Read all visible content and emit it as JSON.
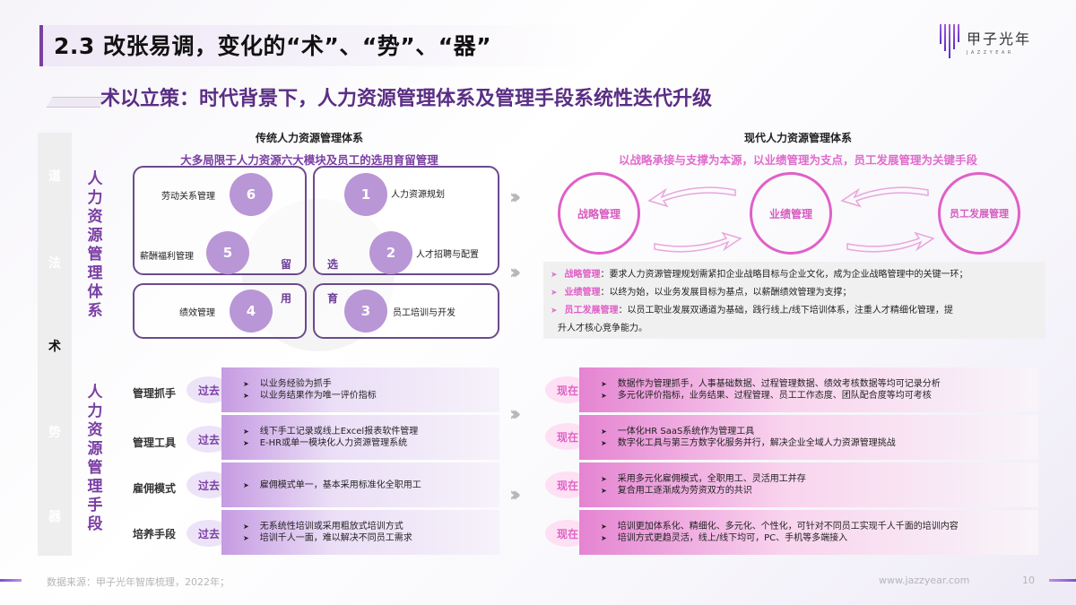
{
  "header": {
    "title": "2.3 改张易调，变化的“术”、“势”、“器”",
    "subtitle": "术以立策：时代背景下，人力资源管理体系及管理手段系统性迭代升级",
    "logo": {
      "cn": "甲子光年",
      "en": "JAZZYEAR"
    }
  },
  "rail": {
    "items": [
      {
        "label": "道",
        "active": false
      },
      {
        "label": "法",
        "active": false
      },
      {
        "label": "术",
        "active": true
      },
      {
        "label": "势",
        "active": false
      },
      {
        "label": "器",
        "active": false
      }
    ]
  },
  "vertical_labels": {
    "system": "人力资源管理体系",
    "means": "人力资源管理手段"
  },
  "traditional": {
    "heading": "传统人力资源管理体系",
    "sub": "大多局限于人力资源六大模块及员工的选用育留管理",
    "modules": [
      {
        "num": "1",
        "label": "人力资源规划"
      },
      {
        "num": "2",
        "label": "人才招聘与配置"
      },
      {
        "num": "3",
        "label": "员工培训与开发"
      },
      {
        "num": "4",
        "label": "绩效管理"
      },
      {
        "num": "5",
        "label": "薪酬福利管理"
      },
      {
        "num": "6",
        "label": "劳动关系管理"
      }
    ],
    "quadrants": {
      "liu": "留",
      "xuan": "选",
      "yong": "用",
      "yu": "育"
    }
  },
  "modern": {
    "heading": "现代人力资源管理体系",
    "sub": "以战略承接与支撑为本源，以业绩管理为支点，员工发展管理为关键手段",
    "circles": [
      "战略管理",
      "业绩管理",
      "员工发展管理"
    ],
    "descriptions": [
      {
        "key": "战略管理",
        "text": "：要求人力资源管理规划需紧扣企业战略目标与企业文化，成为企业战略管理中的关键一环；"
      },
      {
        "key": "业绩管理",
        "text": "：以终为始，以业务发展目标为基点，以薪酬绩效管理为支撑；"
      },
      {
        "key": "员工发展管理",
        "text": "：以员工职业发展双通道为基础，践行线上/线下培训体系，注重人才精细化管理，提"
      },
      {
        "key": "",
        "text": "升人才核心竞争能力。"
      }
    ]
  },
  "rows": [
    {
      "label": "管理抓手",
      "past_tag": "过去",
      "past": [
        "以业务经验为抓手",
        "以业务结果作为唯一评价指标"
      ],
      "now_tag": "现在",
      "now": [
        "数据作为管理抓手，人事基础数据、过程管理数据、绩效考核数据等均可记录分析",
        "多元化评价指标，业务结果、过程管理、员工工作态度、团队配合度等均可考核"
      ]
    },
    {
      "label": "管理工具",
      "past_tag": "过去",
      "past": [
        "线下手工记录或线上Excel报表软件管理",
        "E-HR或单一模块化人力资源管理系统"
      ],
      "now_tag": "现在",
      "now": [
        "一体化HR SaaS系统作为管理工具",
        "数字化工具与第三方数字化服务并行，解决企业全域人力资源管理挑战"
      ]
    },
    {
      "label": "雇佣模式",
      "past_tag": "过去",
      "past": [
        "雇佣模式单一，基本采用标准化全职用工"
      ],
      "now_tag": "现在",
      "now": [
        "采用多元化雇佣模式，全职用工、灵活用工并存",
        "复合用工逐渐成为劳资双方的共识"
      ]
    },
    {
      "label": "培养手段",
      "past_tag": "过去",
      "past": [
        "无系统性培训或采用粗放式培训方式",
        "培训千人一面，难以解决不同员工需求"
      ],
      "now_tag": "现在",
      "now": [
        "培训更加体系化、精细化、多元化、个性化，可针对不同员工实现千人千面的培训内容",
        "培训方式更趋灵活，线上/线下均可，PC、手机等多端接入"
      ]
    }
  ],
  "footer": {
    "source": "数据来源：甲子光年智库梳理，2022年；",
    "url": "www.jazzyear.com",
    "page": "10"
  },
  "colors": {
    "brand_purple": "#7a3fa3",
    "pink": "#e05cc6",
    "module_circle": "#b996d6"
  }
}
